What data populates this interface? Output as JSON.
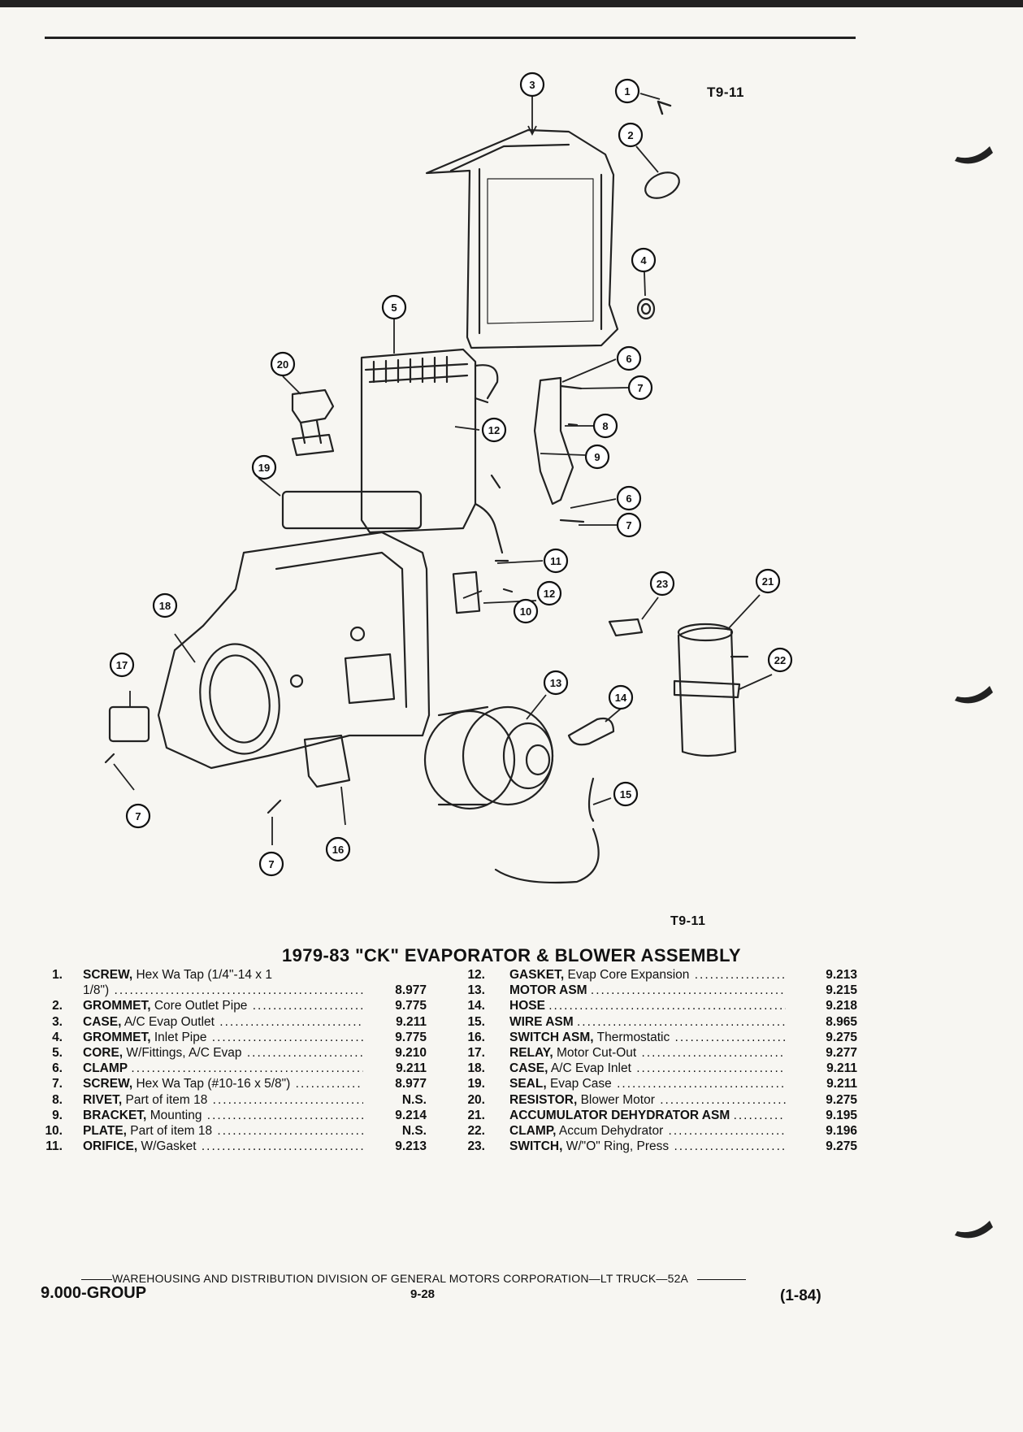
{
  "figure": {
    "code_top": "T9-11",
    "code_bottom": "T9-11",
    "callouts": [
      "1",
      "2",
      "3",
      "4",
      "5",
      "6",
      "7",
      "8",
      "9",
      "10",
      "11",
      "12",
      "13",
      "14",
      "15",
      "16",
      "17",
      "18",
      "19",
      "20",
      "21",
      "22",
      "23"
    ]
  },
  "title": "1979-83 \"CK\" EVAPORATOR & BLOWER ASSEMBLY",
  "parts_left": [
    {
      "num": "1.",
      "name": "SCREW,",
      "desc": "Hex Wa Tap (1/4\"-14 x 1",
      "ref": ""
    },
    {
      "num": "",
      "name": "",
      "desc": "1/8\")",
      "ref": "8.977"
    },
    {
      "num": "2.",
      "name": "GROMMET,",
      "desc": "Core Outlet Pipe",
      "ref": "9.775"
    },
    {
      "num": "3.",
      "name": "CASE,",
      "desc": "A/C Evap Outlet",
      "ref": "9.211"
    },
    {
      "num": "4.",
      "name": "GROMMET,",
      "desc": "Inlet Pipe",
      "ref": "9.775"
    },
    {
      "num": "5.",
      "name": "CORE,",
      "desc": "W/Fittings, A/C Evap",
      "ref": "9.210"
    },
    {
      "num": "6.",
      "name": "CLAMP",
      "desc": "",
      "ref": "9.211"
    },
    {
      "num": "7.",
      "name": "SCREW,",
      "desc": "Hex Wa Tap (#10-16 x 5/8\")",
      "ref": "8.977"
    },
    {
      "num": "8.",
      "name": "RIVET,",
      "desc": "Part of item 18",
      "ref": "N.S."
    },
    {
      "num": "9.",
      "name": "BRACKET,",
      "desc": "Mounting",
      "ref": "9.214"
    },
    {
      "num": "10.",
      "name": "PLATE,",
      "desc": "Part of item 18",
      "ref": "N.S."
    },
    {
      "num": "11.",
      "name": "ORIFICE,",
      "desc": "W/Gasket",
      "ref": "9.213"
    }
  ],
  "parts_right": [
    {
      "num": "12.",
      "name": "GASKET,",
      "desc": "Evap Core Expansion",
      "ref": "9.213"
    },
    {
      "num": "13.",
      "name": "MOTOR ASM",
      "desc": "",
      "ref": "9.215"
    },
    {
      "num": "14.",
      "name": "HOSE",
      "desc": "",
      "ref": "9.218"
    },
    {
      "num": "15.",
      "name": "WIRE ASM",
      "desc": "",
      "ref": "8.965"
    },
    {
      "num": "16.",
      "name": "SWITCH ASM,",
      "desc": "Thermostatic",
      "ref": "9.275"
    },
    {
      "num": "17.",
      "name": "RELAY,",
      "desc": "Motor Cut-Out",
      "ref": "9.277"
    },
    {
      "num": "18.",
      "name": "CASE,",
      "desc": "A/C Evap Inlet",
      "ref": "9.211"
    },
    {
      "num": "19.",
      "name": "SEAL,",
      "desc": "Evap Case",
      "ref": "9.211"
    },
    {
      "num": "20.",
      "name": "RESISTOR,",
      "desc": "Blower Motor",
      "ref": "9.275"
    },
    {
      "num": "21.",
      "name": "ACCUMULATOR DEHYDRATOR ASM",
      "desc": "",
      "ref": "9.195"
    },
    {
      "num": "22.",
      "name": "CLAMP,",
      "desc": "Accum Dehydrator",
      "ref": "9.196"
    },
    {
      "num": "23.",
      "name": "SWITCH,",
      "desc": "W/\"O\" Ring, Press",
      "ref": "9.275"
    }
  ],
  "footer": {
    "division": "WAREHOUSING AND DISTRIBUTION DIVISION OF GENERAL MOTORS CORPORATION—LT TRUCK—52A",
    "group": "9.000-GROUP",
    "page": "9-28",
    "date": "(1-84)"
  }
}
